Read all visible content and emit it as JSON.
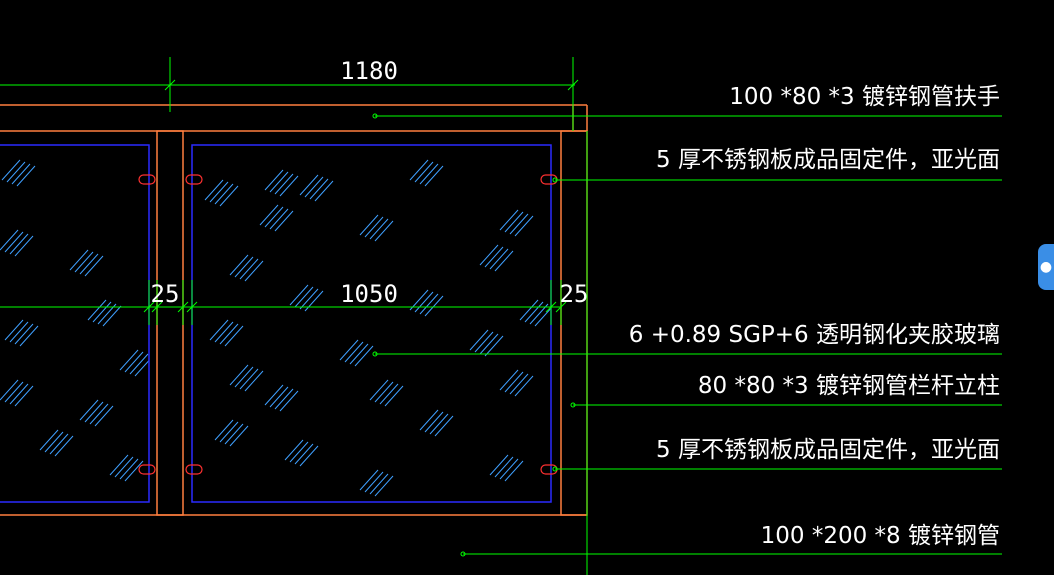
{
  "dimensions": {
    "overall_width": "1180",
    "glass_width": "1050",
    "left_gap": "25",
    "right_gap": "25"
  },
  "annotations": [
    "100 *80 *3 镀锌钢管扶手",
    "5 厚不锈钢板成品固定件，亚光面",
    "6 +0.89 SGP+6 透明钢化夹胶玻璃",
    "80 *80 *3 镀锌钢管栏杆立柱",
    "5 厚不锈钢板成品固定件，亚光面",
    "100 *200 *8 镀锌钢管"
  ],
  "side_tab_icon": "chat-icon",
  "colors": {
    "background": "#000000",
    "frame": "#ff7f3f",
    "glass_border": "#2a2aff",
    "hatch": "#3fa0ff",
    "leader": "#00ff00",
    "clip": "#ff3030",
    "text": "#ffffff"
  }
}
